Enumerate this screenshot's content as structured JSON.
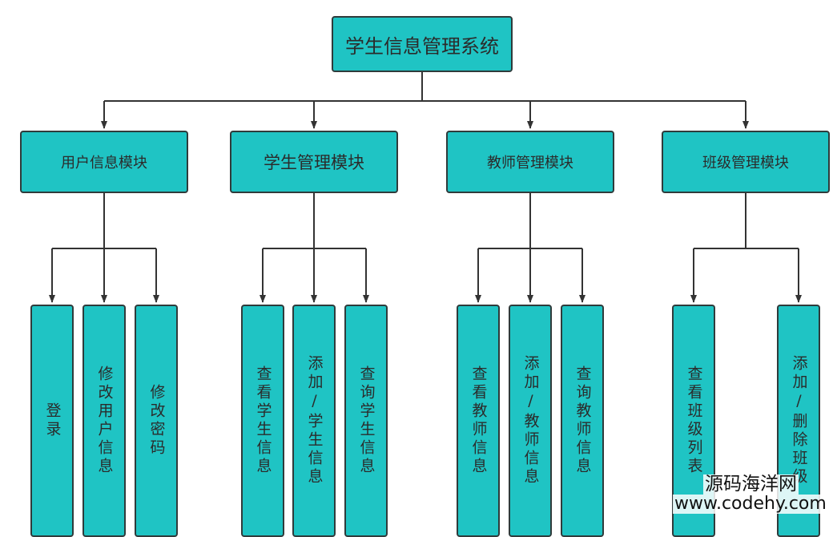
{
  "root": {
    "label": "学生信息管理系统"
  },
  "modules": [
    {
      "label": "用户信息模块",
      "children": [
        "登录",
        "修改用户信息",
        "修改密码"
      ]
    },
    {
      "label": "学生管理模块",
      "children": [
        "查看学生信息",
        "添加/学生信息",
        "查询学生信息"
      ]
    },
    {
      "label": "教师管理模块",
      "children": [
        "查看教师信息",
        "添加/教师信息",
        "查询教师信息"
      ]
    },
    {
      "label": "班级管理模块",
      "children": [
        "查看班级列表",
        "添加/删除班级"
      ]
    }
  ],
  "watermark": {
    "site": "源码海洋网",
    "url": "www.codehy.com"
  },
  "colors": {
    "box_fill": "#1fc4c4",
    "box_border": "#2f3b3b",
    "line": "#333333"
  }
}
